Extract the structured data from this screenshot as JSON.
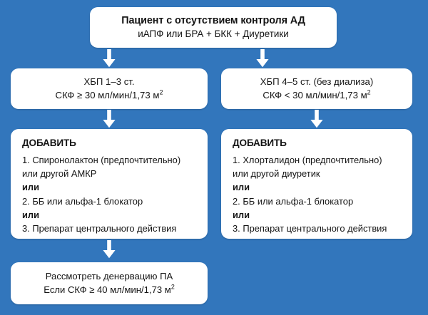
{
  "diagram": {
    "background_color": "#3276bc",
    "card_color": "#ffffff",
    "text_color": "#141414",
    "top": {
      "title": "Пациент с отсутствием контроля АД",
      "subtitle": "иАПФ или БРА + БКК + Диуретики"
    },
    "branches": [
      {
        "id": "ckd-1-3",
        "stage_line1": "ХБП 1–3 ст.",
        "stage_line2_prefix": "СКФ ≥ 30 мл/мин/1,73 м",
        "stage_line2_sup": "2",
        "add_title": "ДОБАВИТЬ",
        "lines": [
          {
            "text": "1. Спиронолактон (предпочтительно)",
            "bold": false
          },
          {
            "text": "или другой АМКР",
            "bold": false
          },
          {
            "text": "или",
            "bold": true
          },
          {
            "text": "2. ББ или альфа-1 блокатор",
            "bold": false
          },
          {
            "text": "или",
            "bold": true
          },
          {
            "text": "3. Препарат центрального действия",
            "bold": false
          }
        ]
      },
      {
        "id": "ckd-4-5",
        "stage_line1": "ХБП 4–5 ст. (без диализа)",
        "stage_line2_prefix": "СКФ < 30 мл/мин/1,73 м",
        "stage_line2_sup": "2",
        "add_title": "ДОБАВИТЬ",
        "lines": [
          {
            "text": "1. Хлорталидон (предпочтительно)",
            "bold": false
          },
          {
            "text": "или другой диуретик",
            "bold": false
          },
          {
            "text": "или",
            "bold": true
          },
          {
            "text": "2. ББ или альфа-1 блокатор",
            "bold": false
          },
          {
            "text": "или",
            "bold": true
          },
          {
            "text": "3. Препарат центрального действия",
            "bold": false
          }
        ]
      }
    ],
    "bottom": {
      "line1": "Рассмотреть денервацию ПА",
      "line2_prefix": "Если СКФ ≥ 40 мл/мин/1,73 м",
      "line2_sup": "2"
    },
    "arrows": [
      {
        "id": "top-to-left",
        "direction": "down"
      },
      {
        "id": "top-to-right",
        "direction": "down"
      },
      {
        "id": "left-stage-to-add",
        "direction": "down"
      },
      {
        "id": "right-stage-to-add",
        "direction": "down"
      },
      {
        "id": "left-add-to-bottom",
        "direction": "down"
      }
    ]
  }
}
